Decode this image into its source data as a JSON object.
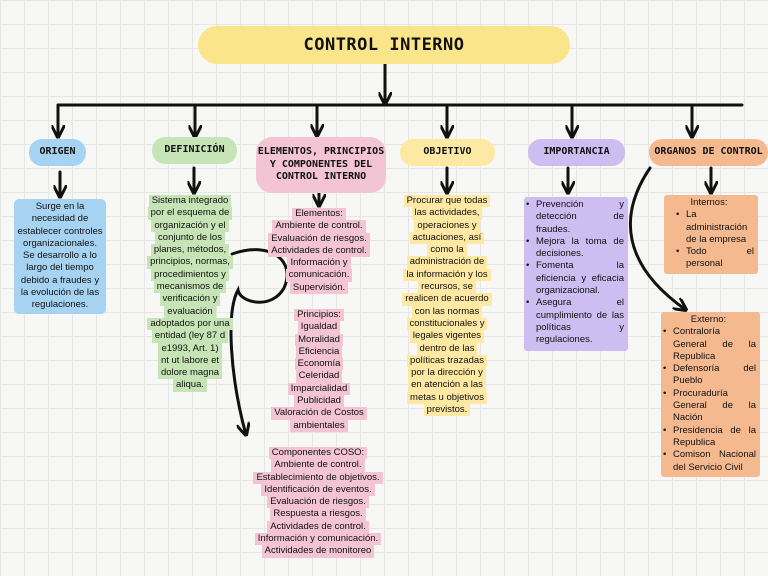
{
  "title": "CONTROL INTERNO",
  "headers": {
    "origen": "ORIGEN",
    "definicion": "DEFINICIÓN",
    "elementos": "ELEMENTOS, PRINCIPIOS Y COMPONENTES DEL CONTROL INTERNO",
    "objetivo": "OBJETIVO",
    "importancia": "IMPORTANCIA",
    "organos": "ORGANOS DE CONTROL"
  },
  "origen_lines": [
    "Surge en la",
    "necesidad de",
    "establecer controles",
    "organizacionales.",
    "Se desarrollo a lo",
    "largo del tiempo",
    "debido a fraudes y",
    "la evolución de las",
    "regulaciones."
  ],
  "definicion_lines": [
    "Sistema integrado",
    "por el esquema de",
    "organización y el",
    "conjunto de los",
    "planes, métodos,",
    "principios, normas,",
    "procedimientos y",
    "mecanismos de",
    "verificación y",
    "evaluación",
    "adoptados por una",
    "entidad (ley 87 d",
    "e1993, Art. 1)",
    "nt ut labore et",
    "dolore magna",
    "aliqua."
  ],
  "elementos_lines": [
    "Elementos:",
    "Ambiente de control.",
    "Evaluación de riesgos.",
    "Actividades de control.",
    "Información y",
    "comunicación.",
    "Supervisión."
  ],
  "principios_lines": [
    "Principios:",
    "Igualdad",
    "Moralidad",
    "Eficiencia",
    "Economía",
    "Celeridad",
    "Imparcialidad",
    "Publicidad",
    "Valoración de Costos",
    "ambientales"
  ],
  "coso_lines": [
    "Componentes COSO:",
    "Ambiente de control.",
    "Establecimiento de objetivos.",
    "Identificación de eventos.",
    "Evaluación de riesgos.",
    "Respuesta a riesgos.",
    "Actividades de control.",
    "Información y comunicación.",
    "Actividades de monitoreo"
  ],
  "objetivo_lines": [
    "Procurar que todas",
    "las actividades,",
    "operaciones y",
    "actuaciones, así",
    "como la",
    "administración de",
    "la información y los",
    "recursos, se",
    "realicen de acuerdo",
    "con las normas",
    "constitucionales y",
    "legales vigentes",
    "dentro de las",
    "políticas trazadas",
    "por la dirección y",
    "en atención a las",
    "metas u objetivos",
    "previstos."
  ],
  "importancia_items": [
    "Prevención y detección de fraudes.",
    "Mejora la toma de decisiones.",
    "Fomenta la eficiencia y eficacia organizacional.",
    "Asegura el cumplimiento de las políticas y regulaciones."
  ],
  "internos": {
    "header": "Internos:",
    "items": [
      "La administración de la empresa",
      "Todo el personal"
    ]
  },
  "externos": {
    "header": "Externo:",
    "items": [
      "Contraloría General de la Republica",
      "Defensoría del Pueblo",
      "Procuraduría General de la Nación",
      "Presidencia de la Republica",
      "Comison Nacional del Servicio Civil"
    ]
  }
}
